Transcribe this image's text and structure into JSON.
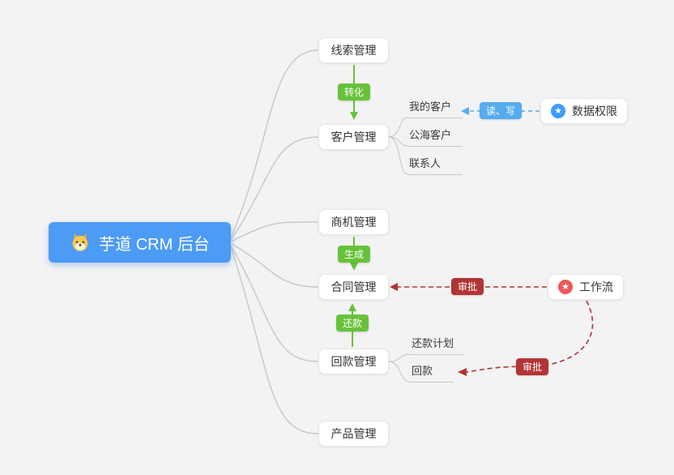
{
  "root": {
    "label": "芋道 CRM 后台"
  },
  "modules": [
    {
      "id": "leads",
      "label": "线索管理"
    },
    {
      "id": "customers",
      "label": "客户管理"
    },
    {
      "id": "opportunities",
      "label": "商机管理"
    },
    {
      "id": "contracts",
      "label": "合同管理"
    },
    {
      "id": "receivables",
      "label": "回款管理"
    },
    {
      "id": "products",
      "label": "产品管理"
    }
  ],
  "customer_children": [
    {
      "label": "我的客户"
    },
    {
      "label": "公海客户"
    },
    {
      "label": "联系人"
    }
  ],
  "receivable_children": [
    {
      "label": "还款计划"
    },
    {
      "label": "回款"
    }
  ],
  "badges": {
    "convert": {
      "label": "转化",
      "color": "#67C23A"
    },
    "generate": {
      "label": "生成",
      "color": "#67C23A"
    },
    "repay": {
      "label": "还款",
      "color": "#67C23A"
    },
    "read_write": {
      "label": "读、写",
      "color": "#55ACEE"
    },
    "approve_contract": {
      "label": "审批",
      "color": "#B23434"
    },
    "approve_receivable": {
      "label": "审批",
      "color": "#B23434"
    }
  },
  "side_nodes": {
    "data_permission": {
      "label": "数据权限",
      "icon": "star-in-circle-icon",
      "icon_glyph": "★",
      "icon_color": "#3C9CFF"
    },
    "workflow": {
      "label": "工作流",
      "icon": "star-in-circle-icon",
      "icon_glyph": "★",
      "icon_color": "#F0585A"
    }
  },
  "colors": {
    "root_blue": "#4C9BF5",
    "green_badge": "#67C23A",
    "blue_dashed": "#55ACEE",
    "red_dashed": "#B23434",
    "gray_line": "#C7C9CB",
    "background": "#F3F3F4"
  }
}
